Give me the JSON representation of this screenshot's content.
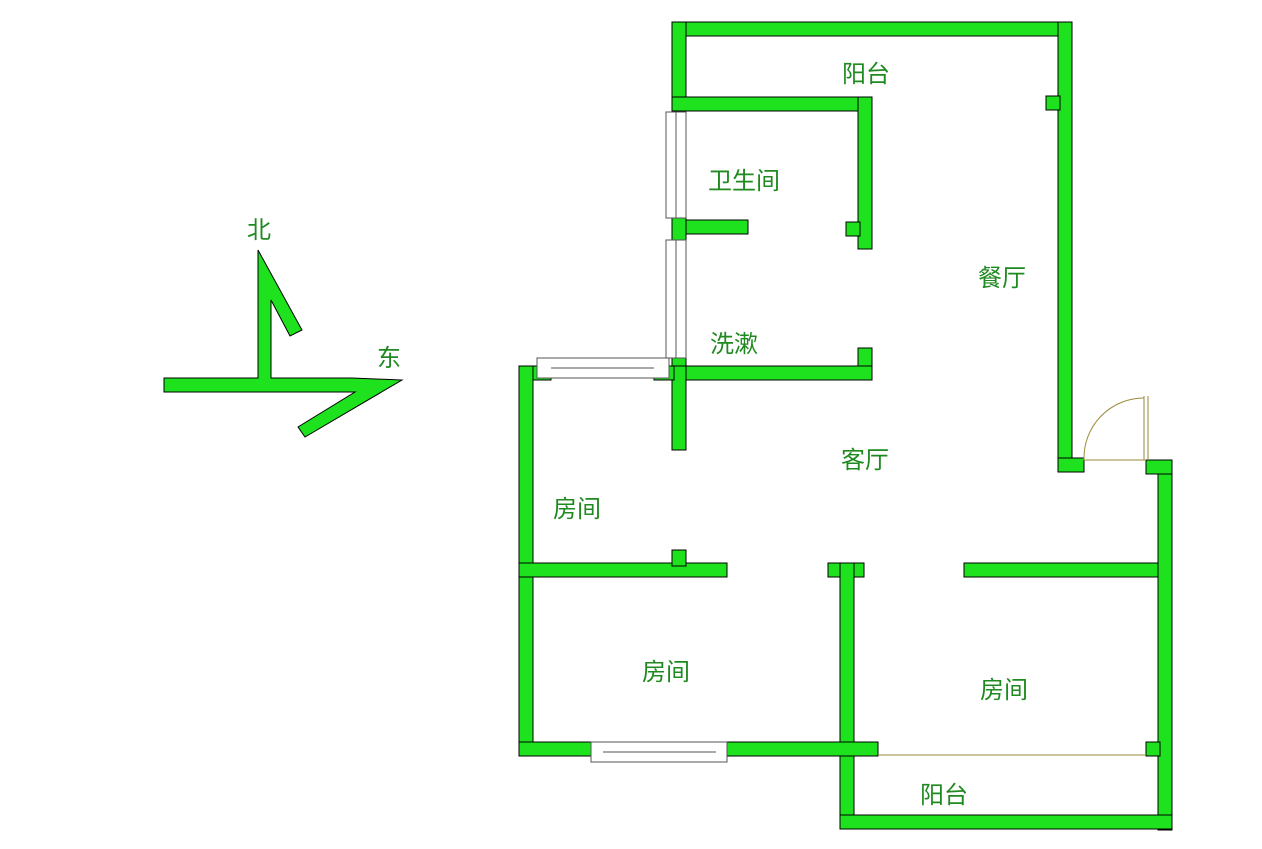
{
  "colors": {
    "wall_fill": "#1fe21f",
    "wall_stroke": "#000000",
    "label_text": "#1f8a1f",
    "door_line": "#9a8a3a",
    "window_line": "#555555"
  },
  "compass": {
    "north": "北",
    "east": "东"
  },
  "rooms": {
    "balcony_top": "阳台",
    "bathroom": "卫生间",
    "washroom": "洗漱",
    "dining_room": "餐厅",
    "living_room": "客厅",
    "bedroom_west": "房间",
    "bedroom_southwest": "房间",
    "bedroom_southeast": "房间",
    "balcony_bottom": "阳台"
  }
}
